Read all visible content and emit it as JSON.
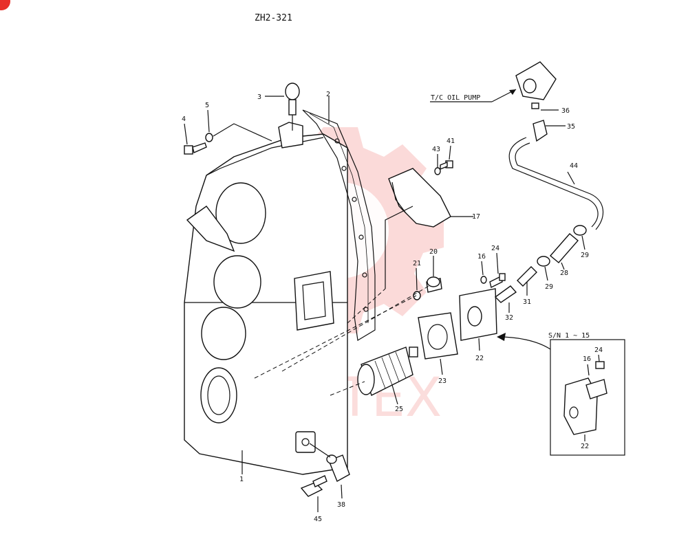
{
  "drawing_id": "ZH2-321",
  "watermark_text": "ИНТЕХ",
  "watermark_color": "#e8302a",
  "callouts": {
    "tc_oil_pump": "T/C OIL PUMP",
    "serial_range": "S/N 1 ~ 15"
  },
  "part_labels": {
    "p1": "1",
    "p2": "2",
    "p3": "3",
    "p4": "4",
    "p5": "5",
    "p16": "16",
    "p16b": "16",
    "p17": "17",
    "p20": "20",
    "p21": "21",
    "p22": "22",
    "p22b": "22",
    "p23": "23",
    "p24": "24",
    "p24b": "24",
    "p25": "25",
    "p28": "28",
    "p29": "29",
    "p29b": "29",
    "p31": "31",
    "p32": "32",
    "p35": "35",
    "p36": "36",
    "p38": "38",
    "p41": "41",
    "p43": "43",
    "p44": "44",
    "p45": "45"
  }
}
